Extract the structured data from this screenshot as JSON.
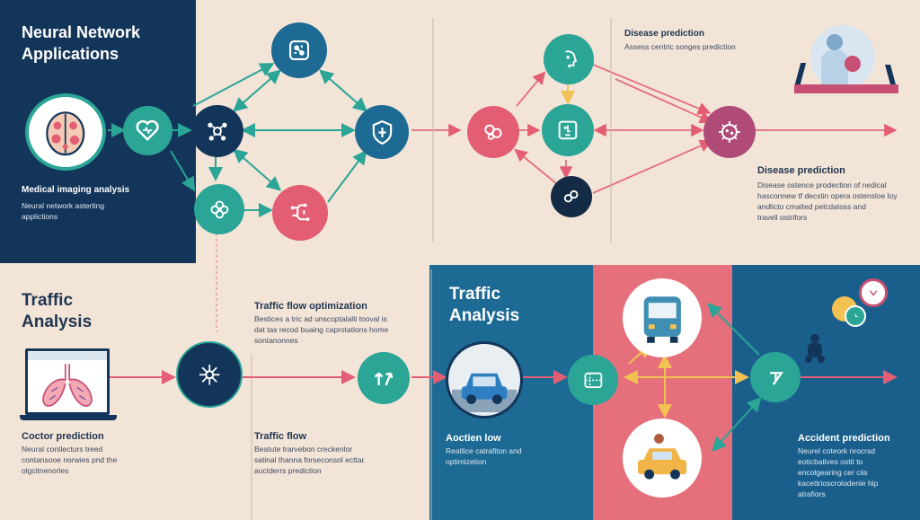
{
  "colors": {
    "navy": "#13355a",
    "blue": "#1d6a94",
    "teal": "#2aa596",
    "pink": "#e45e73",
    "salmon": "#e5707b",
    "cream": "#f3e4d8",
    "yellow": "#f1c152",
    "dark": "#132b44"
  },
  "top_left": {
    "title": "Neural Network\nApplications",
    "item_head": "Medical imaging analysis",
    "item_body": "Neural network asterting\napplictions"
  },
  "top_right": {
    "head1": "Disease prediction",
    "body1": "Assess centric songes prediction",
    "head2": "Disease prediction",
    "body2": "Disease ostence prodection of nedical\nhasconnew tf decstin opera ostensloe loy\nandlicto cmaited pelcdatoss and\ntravell ostrifors"
  },
  "bottom_left": {
    "title": "Traffic\nAnalysis",
    "head1": "Traffic flow optimization",
    "body1": "Bestices a tric ad unscoptalalti tooval is\ndat tas recod buaing caprotations home\nsontanonnes",
    "head2": "Coctor prediction",
    "body2": "Neural contlecturs treed\ncontansooe norwies pnd the\nolgcitnenorles",
    "head3": "Traffic flow",
    "body3": "Beatute trarvebon creckenlor\nsatinal thanna forseconsol ecttar.\nauctderrs prediction"
  },
  "bottom_right": {
    "title": "Traffic\nAnalysis",
    "head1": "Aoctien low",
    "body1": "Reatlice catrafiton and\noptimizetion",
    "head2": "Accident prediction",
    "body2": "Neurel coteork nrocrsd\neoticbatives ostit to\nencolgearing cer ciis\nkacettrioscrolodenie hip\natrafiors"
  },
  "icons": {
    "brain": "brain-scan-icon",
    "heart": "heart-icon",
    "network": "network-node-icon",
    "shield": "shield-icon",
    "face": "face-profile-icon",
    "lungs": "lungs-scan-icon",
    "car": "car-icon",
    "bus": "bus-icon",
    "arrow_up": "trend-arrow-icon"
  }
}
